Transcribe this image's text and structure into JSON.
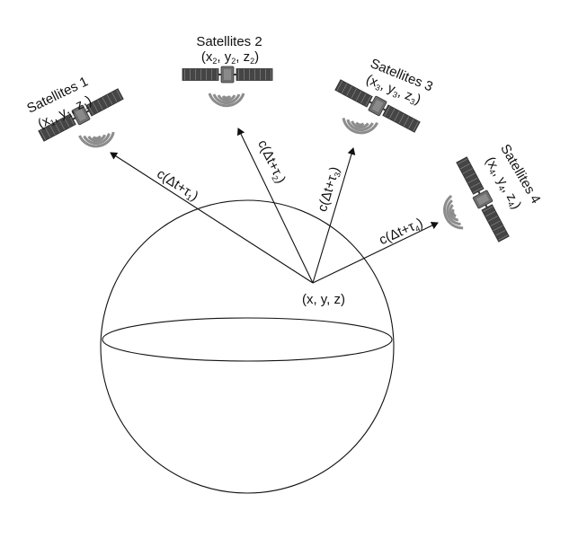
{
  "receiver": {
    "label": "(x, y, z)"
  },
  "satellites": [
    {
      "title": "Satellites 1",
      "coord_open": "(x",
      "sx": "1",
      "coord_mid1": ", y",
      "sy": "1",
      "coord_mid2": ", z",
      "sz": "1",
      "coord_close": ")",
      "signal_pre": "c(Δt+τ",
      "signal_sub": "1",
      "signal_post": ")"
    },
    {
      "title": "Satellites 2",
      "coord_open": "(x",
      "sx": "2",
      "coord_mid1": ", y",
      "sy": "2",
      "coord_mid2": ", z",
      "sz": "2",
      "coord_close": ")",
      "signal_pre": "c(Δt+τ",
      "signal_sub": "2",
      "signal_post": ")"
    },
    {
      "title": "Satellites 3",
      "coord_open": "(x",
      "sx": "3",
      "coord_mid1": ", y",
      "sy": "3",
      "coord_mid2": ", z",
      "sz": "3",
      "coord_close": ")",
      "signal_pre": "c(Δt+τ",
      "signal_sub": "3",
      "signal_post": ")"
    },
    {
      "title": "Satellites 4",
      "coord_open": "(x",
      "sx": "4",
      "coord_mid1": ", y",
      "sy": "4",
      "coord_mid2": ", z",
      "sz": "4",
      "coord_close": ")",
      "signal_pre": "c(Δt+τ",
      "signal_sub": "4",
      "signal_post": ")"
    }
  ],
  "colors": {
    "panel": "#4a4a4a",
    "body": "#6e6e6e",
    "waves": "#8c8c8c",
    "ink": "#111111"
  }
}
